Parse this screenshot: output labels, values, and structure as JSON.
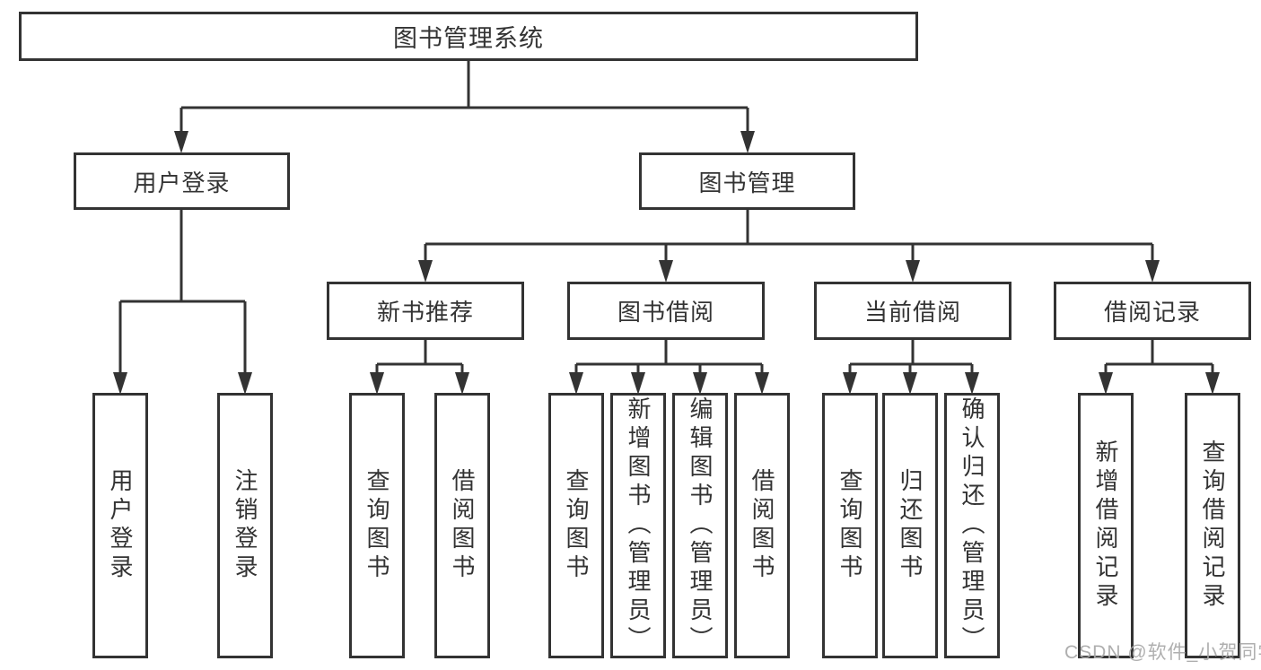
{
  "tree": {
    "root": {
      "label": "图书管理系统",
      "children": [
        {
          "label": "用户登录",
          "children": [
            {
              "label": "用户登录"
            },
            {
              "label": "注销登录"
            }
          ]
        },
        {
          "label": "图书管理",
          "children": [
            {
              "label": "新书推荐",
              "children": [
                {
                  "label": "查询图书"
                },
                {
                  "label": "借阅图书"
                }
              ]
            },
            {
              "label": "图书借阅",
              "children": [
                {
                  "label": "查询图书"
                },
                {
                  "label": "新增图书（管理员）"
                },
                {
                  "label": "编辑图书（管理员）"
                },
                {
                  "label": "借阅图书"
                }
              ]
            },
            {
              "label": "当前借阅",
              "children": [
                {
                  "label": "查询图书"
                },
                {
                  "label": "归还图书"
                },
                {
                  "label": "确认归还（管理员）"
                }
              ]
            },
            {
              "label": "借阅记录",
              "children": [
                {
                  "label": "新增借阅记录"
                },
                {
                  "label": "查询借阅记录"
                }
              ]
            }
          ]
        }
      ]
    }
  },
  "watermark": {
    "text": "CSDN @软件_小贺同学"
  },
  "colors": {
    "line": "#333333",
    "text": "#333333",
    "box_background": "#ffffff",
    "watermark": "#a8a8a8",
    "background": "#ffffff"
  }
}
